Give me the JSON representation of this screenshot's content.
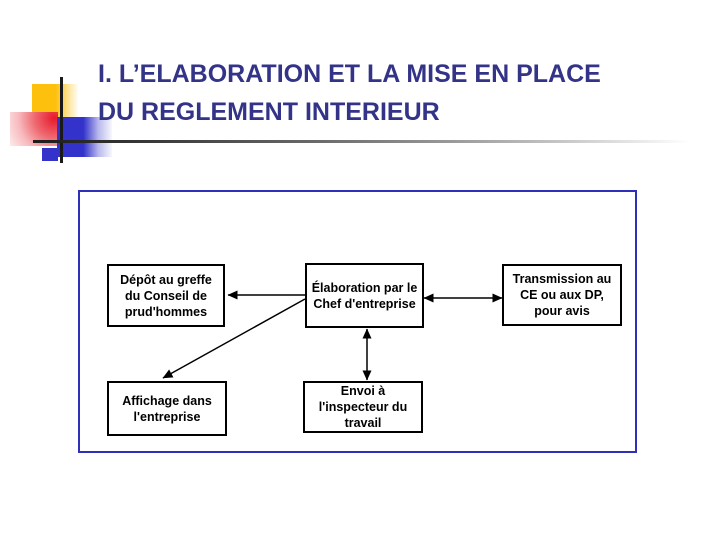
{
  "slide": {
    "title_lines": [
      "I. L’ELABORATION ET LA MISE EN PLACE",
      "DU REGLEMENT INTERIEUR"
    ],
    "title_color": "#333388"
  },
  "decoration": {
    "colors": {
      "yellow": "#FDC10D",
      "red": "#E8192C",
      "blue": "#3333CB",
      "crosshair_line": "#1A1A1A"
    }
  },
  "diagram": {
    "panel_border_color": "#2F2FB9",
    "node_border_color": "#000000",
    "nodes": [
      {
        "id": "depot",
        "label_lines": [
          "Dépôt au greffe",
          "du Conseil de",
          "prud'hommes"
        ]
      },
      {
        "id": "elaboration",
        "label_lines": [
          "Élaboration par le",
          "Chef d'entreprise"
        ]
      },
      {
        "id": "transmission",
        "label_lines": [
          "Transmission au",
          "CE ou aux DP,",
          "pour avis"
        ]
      },
      {
        "id": "affichage",
        "label_lines": [
          "Affichage dans",
          "l'entreprise"
        ]
      },
      {
        "id": "envoi",
        "label_lines": [
          "Envoi à",
          "l'inspecteur du",
          "travail"
        ]
      }
    ],
    "edges": [
      {
        "from": "elaboration",
        "to": "depot",
        "arrow": "single"
      },
      {
        "from": "elaboration",
        "to": "transmission",
        "arrow": "double"
      },
      {
        "from": "elaboration",
        "to": "envoi",
        "arrow": "double"
      },
      {
        "from": "elaboration",
        "to": "affichage",
        "arrow": "single"
      }
    ]
  }
}
